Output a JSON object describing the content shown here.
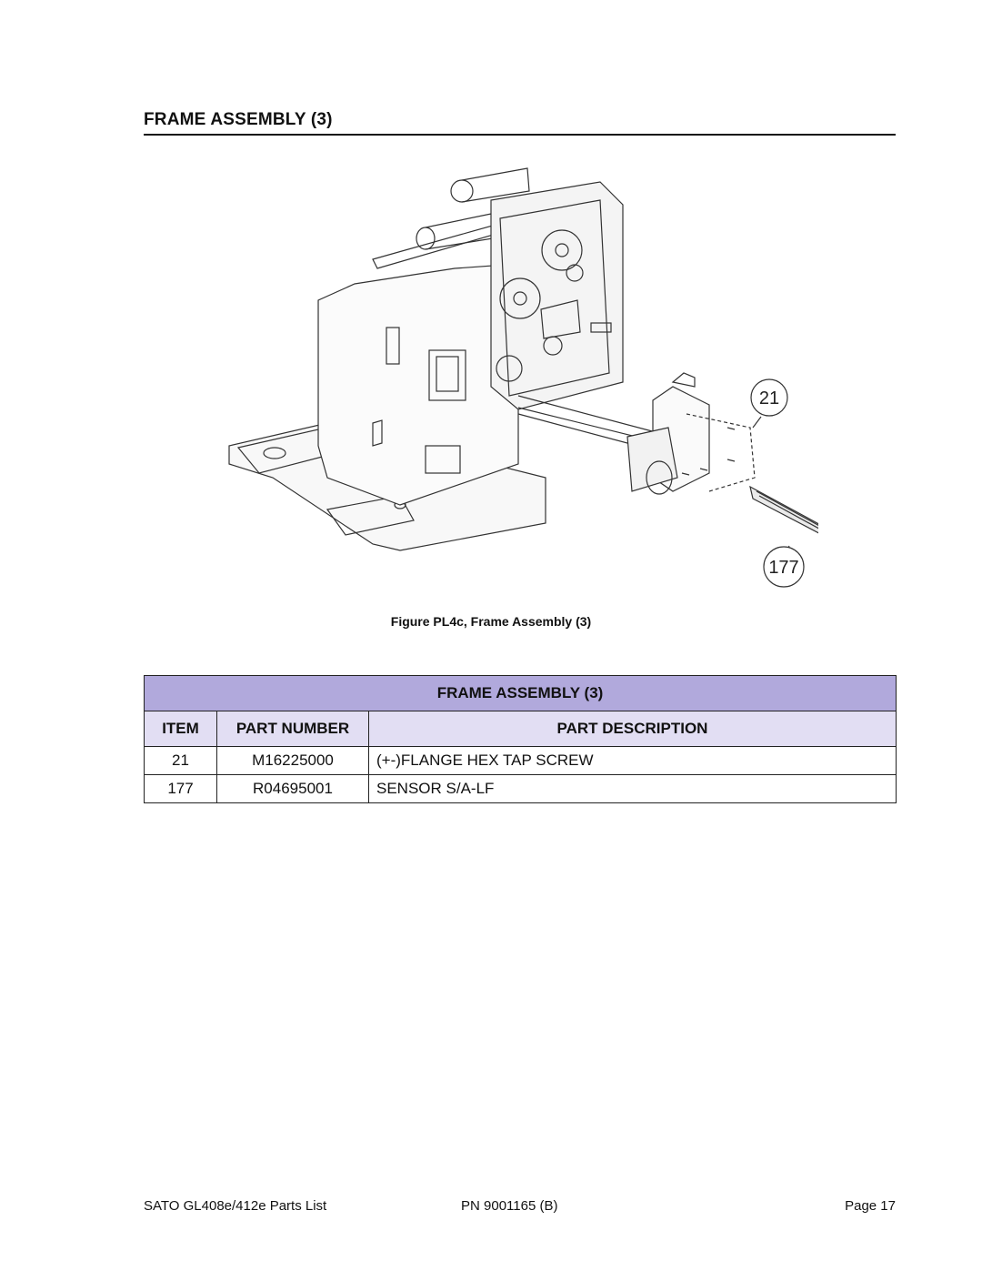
{
  "page": {
    "heading": "FRAME ASSEMBLY (3)",
    "figure_caption": "Figure PL4c, Frame Assembly (3)"
  },
  "figure": {
    "callouts": [
      "21",
      "177"
    ]
  },
  "parts_table": {
    "title": "FRAME ASSEMBLY (3)",
    "columns": [
      "ITEM",
      "PART NUMBER",
      "PART DESCRIPTION"
    ],
    "rows": [
      {
        "item": "21",
        "part_number": "M16225000",
        "description": "(+-)FLANGE HEX TAP SCREW"
      },
      {
        "item": "177",
        "part_number": "R04695001",
        "description": "SENSOR S/A-LF"
      }
    ]
  },
  "footer": {
    "left": "SATO GL408e/412e Parts List",
    "center": "PN  9001165 (B)",
    "right": "Page 17"
  }
}
